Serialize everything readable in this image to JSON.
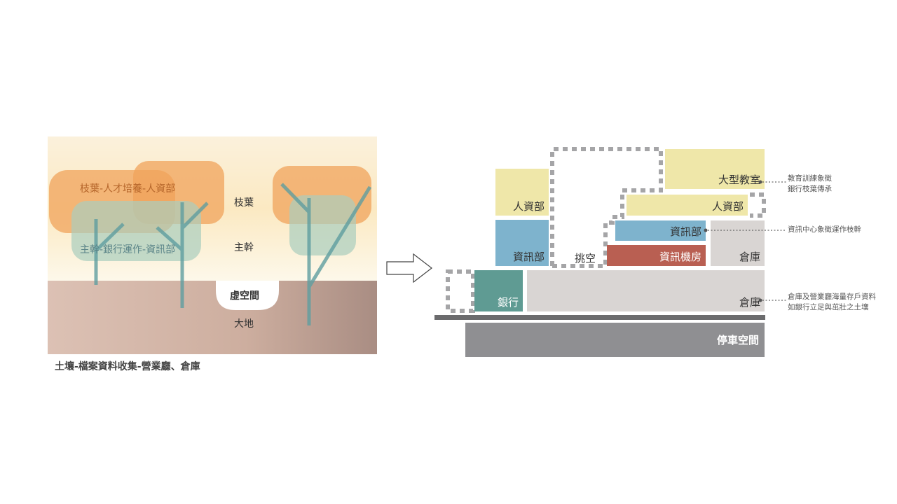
{
  "left_diagram": {
    "foliage_label": "枝葉-人才培養-人資部",
    "trunk_label": "主幹-銀行運作-資訊部",
    "layer_foliage": "枝葉",
    "layer_trunk": "主幹",
    "void_label": "虛空間",
    "ground_label": "大地",
    "caption": "土壤-檔案資料收集-營業廳、倉庫"
  },
  "arrow": "right-arrow-icon",
  "right_diagram": {
    "blocks": {
      "hr_left": "人資部",
      "it_left": "資訊部",
      "atrium": "挑空",
      "classroom": "大型教室",
      "hr_right": "人資部",
      "it_right": "資訊部",
      "server_room": "資訊機房",
      "storage_upper": "倉庫",
      "bank": "銀行",
      "storage_lower": "倉庫",
      "parking": "停車空間"
    },
    "notes": {
      "classroom_line1": "教育訓練象徵",
      "classroom_line2": "銀行枝葉傳承",
      "it": "資訊中心象徵運作枝幹",
      "storage_line1": "倉庫及營業廳海量存戶資料",
      "storage_line2": "如銀行立足與茁壯之土壤"
    }
  },
  "colors": {
    "yellow": "#efe7a9",
    "blue": "#7eb3cd",
    "red": "#b95f52",
    "gray": "#d9d5d3",
    "teal": "#5f9b93",
    "bar": "#6b6b6d",
    "parking": "#8f8f92"
  }
}
